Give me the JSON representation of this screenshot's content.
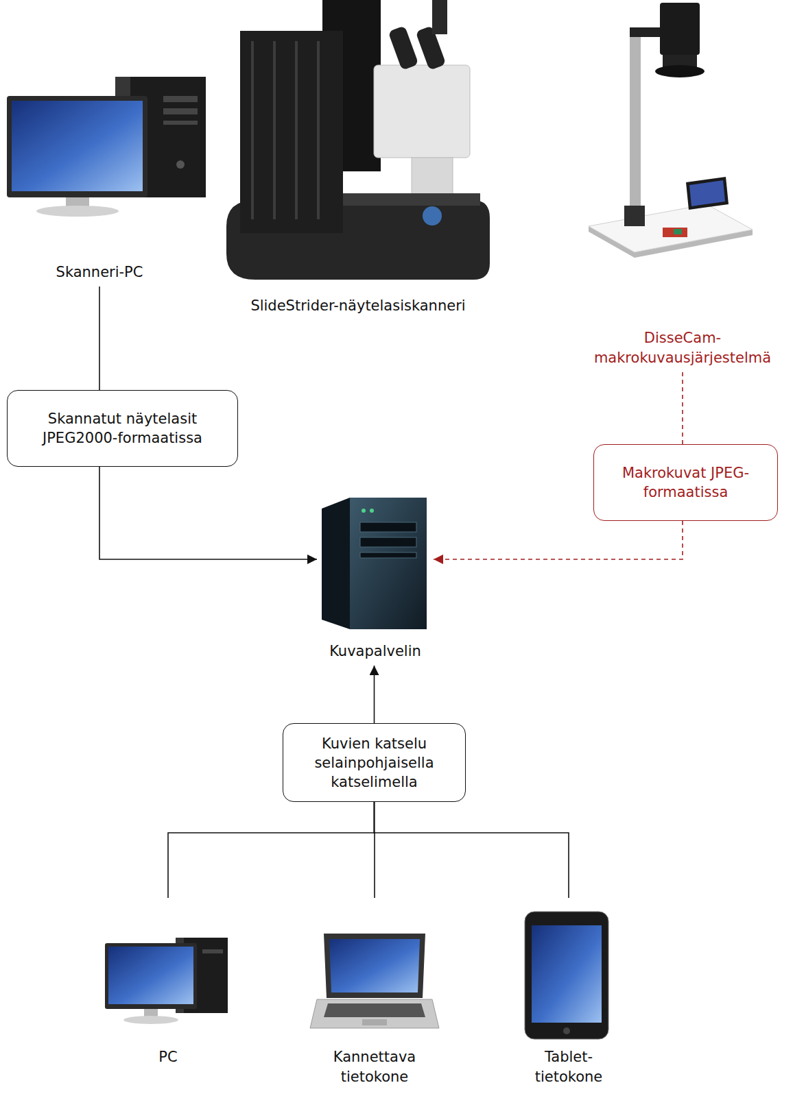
{
  "diagram": {
    "nodes": [
      {
        "text": [
          "Skanneri-PC"
        ]
      },
      {
        "text": [
          "SlideStrider-näytelasiskanneri"
        ]
      },
      {
        "text": [
          "DisseCam- makrokuvausjärjestelmä"
        ]
      },
      {
        "text": [
          "Skannatut näytelasit JPEG2000-formaatissa"
        ]
      },
      {
        "text": [
          "Makrokuvat JPEG- formaatissa"
        ]
      },
      {
        "text": [
          "Kuvapalvelin"
        ]
      },
      {
        "text": [
          "Kuvien katselu selainpohjaisella katselimella"
        ]
      },
      {
        "text": [
          "PC"
        ]
      },
      {
        "text": [
          "Kannettava tietokone"
        ]
      },
      {
        "text": [
          "Tablet- tietokone"
        ]
      }
    ],
    "edges": [
      {
        "from": 0,
        "to": 3,
        "arrow": "none"
      },
      {
        "from": 3,
        "to": 5,
        "arrow": "to"
      },
      {
        "from": 6,
        "to": 5,
        "arrow": "to"
      },
      {
        "from": 2,
        "to": 4,
        "arrow": "none"
      },
      {
        "from": 4,
        "to": 5,
        "arrow": "to"
      },
      {
        "from": 7,
        "to": 6,
        "arrow": "none"
      },
      {
        "from": 8,
        "to": 6,
        "arrow": "none"
      },
      {
        "from": 9,
        "to": 6,
        "arrow": "none"
      }
    ]
  }
}
